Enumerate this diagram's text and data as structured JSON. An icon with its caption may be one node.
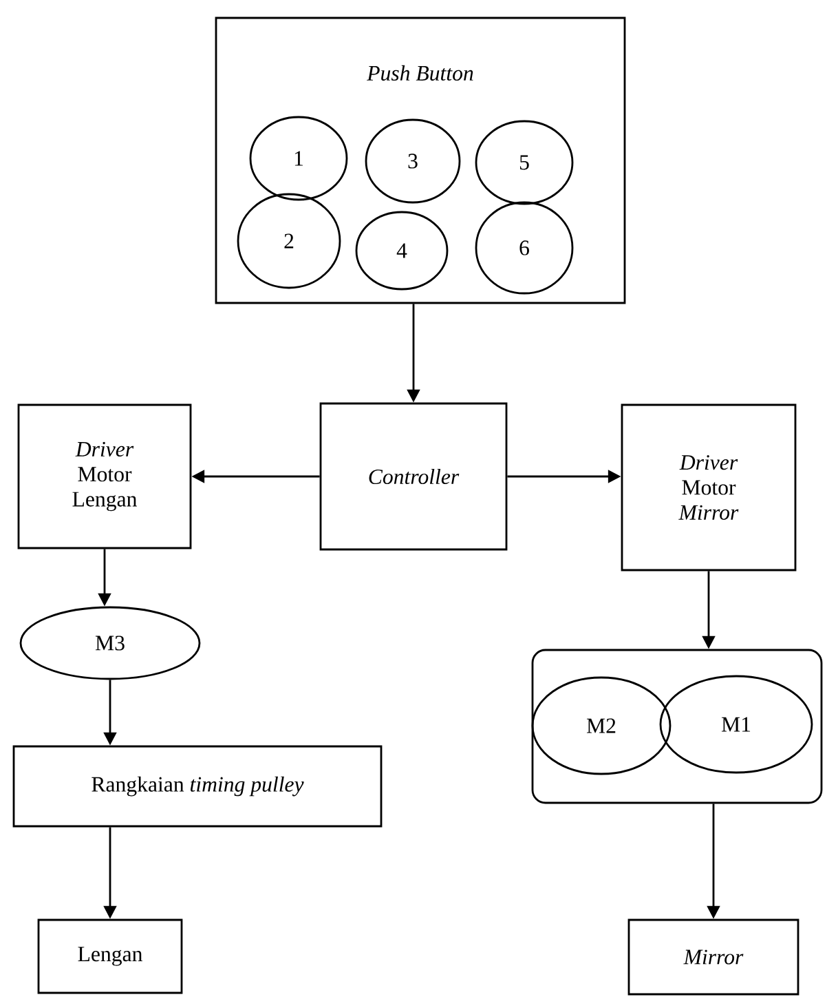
{
  "diagram": {
    "nodes": [
      {
        "text": [
          "Push Button"
        ]
      },
      {
        "text": [
          "1"
        ],
        "in": 0
      },
      {
        "text": [
          "3"
        ],
        "in": 0
      },
      {
        "text": [
          "5"
        ],
        "in": 0
      },
      {
        "text": [
          "2"
        ],
        "in": 0
      },
      {
        "text": [
          "4"
        ],
        "in": 0
      },
      {
        "text": [
          "6"
        ],
        "in": 0
      },
      {
        "text": [
          "*Driver* Motor Lengan"
        ]
      },
      {
        "text": [
          "Controller"
        ]
      },
      {
        "text": [
          "*Driver* Motor *Mirror*"
        ]
      },
      {
        "text": [
          "M3"
        ]
      },
      {
        "text": [],
        "shape": "box"
      },
      {
        "text": [
          "M2"
        ],
        "in": 11
      },
      {
        "text": [
          "M1"
        ],
        "in": 11
      },
      {
        "text": [
          "Rangkaian *timing pulley*"
        ]
      },
      {
        "text": [
          "Lengan"
        ]
      },
      {
        "text": [
          "Mirror"
        ]
      }
    ],
    "edges": [
      {
        "from": 0,
        "to": 8,
        "arrow": "to"
      },
      {
        "from": 8,
        "to": 7,
        "arrow": "to"
      },
      {
        "from": 8,
        "to": 9,
        "arrow": "to"
      },
      {
        "from": 7,
        "to": 10,
        "arrow": "to"
      },
      {
        "from": 10,
        "to": 14,
        "arrow": "to"
      },
      {
        "from": 14,
        "to": 15,
        "arrow": "to"
      },
      {
        "from": 9,
        "to": 11,
        "arrow": "to"
      },
      {
        "from": 11,
        "to": 16,
        "arrow": "to"
      }
    ]
  }
}
